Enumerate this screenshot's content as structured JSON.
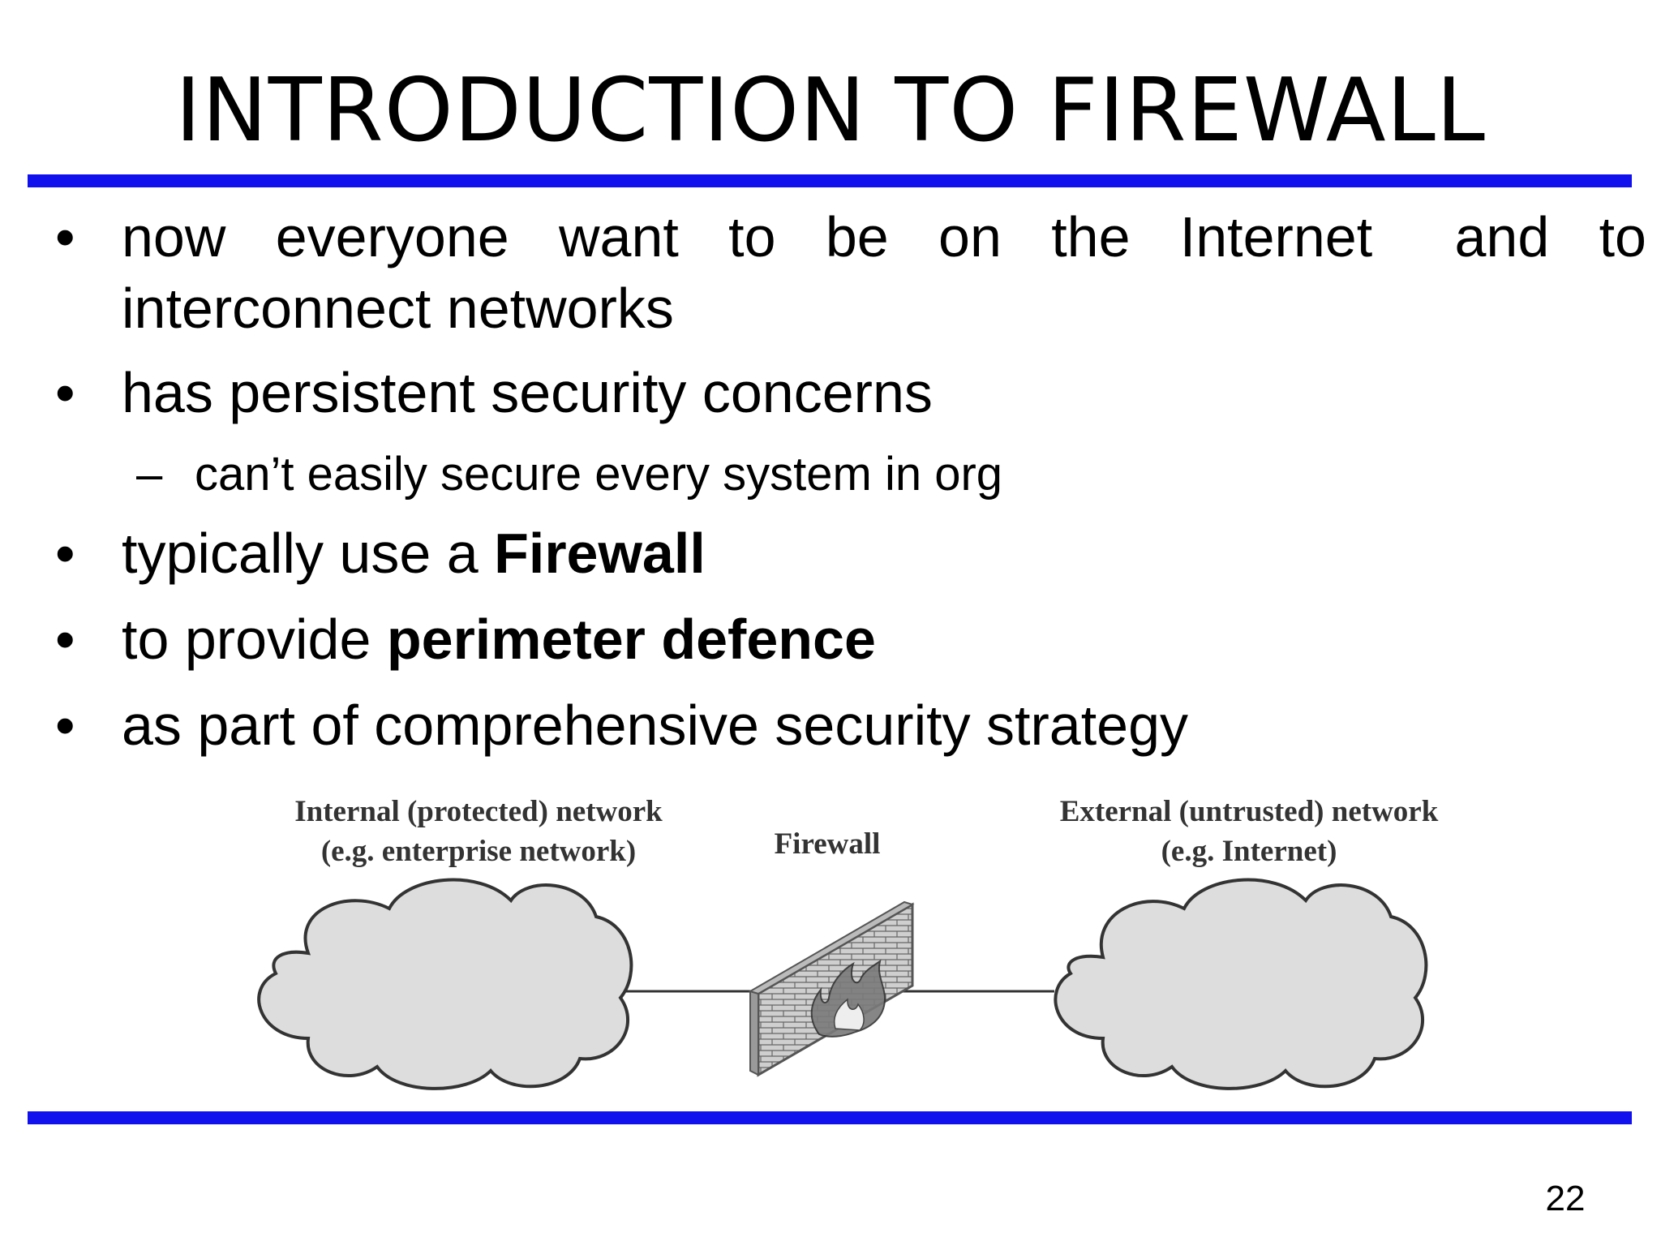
{
  "title": "INTRODUCTION TO FIREWALL",
  "colors": {
    "rule": "#1111ee",
    "cloud_fill": "#dddddd",
    "cloud_stroke": "#333333"
  },
  "bullets": {
    "b1_words": [
      "now",
      "everyone",
      "want",
      "to",
      "be",
      "on",
      "the",
      "Internet",
      "and",
      "to"
    ],
    "b1_line2": "interconnect networks",
    "b2": "has persistent security concerns",
    "sub_dash": "–",
    "sub1": "can’t easily secure every system in org",
    "b3_pre": "typically use a ",
    "b3_bold": "Firewall",
    "b4_pre": "to provide ",
    "b4_bold": "perimeter defence",
    "b5": "as part of comprehensive security strategy",
    "dot": "•"
  },
  "diagram": {
    "internal_line1": "Internal (protected) network",
    "internal_line2": "(e.g. enterprise network)",
    "firewall_label": "Firewall",
    "external_line1": "External (untrusted) network",
    "external_line2": "(e.g. Internet)"
  },
  "page_number": "22"
}
